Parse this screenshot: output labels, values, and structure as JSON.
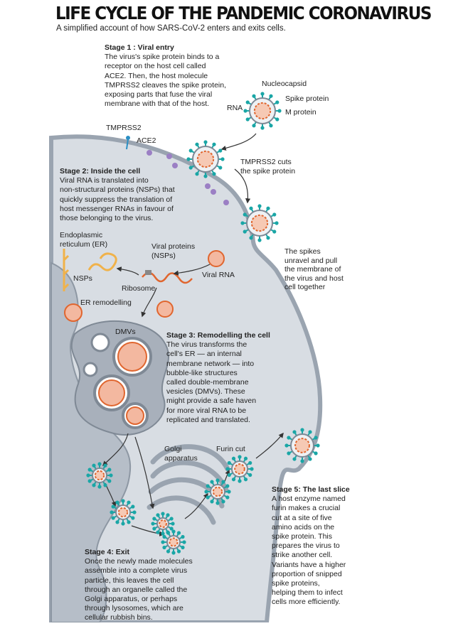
{
  "title": "LIFE CYCLE OF THE PANDEMIC CORONAVIRUS",
  "subtitle": "A simplified account of how SARS-CoV-2 enters and exits cells.",
  "colors": {
    "cell_fill": "#d8dde3",
    "cell_edge": "#9aa4b0",
    "spike": "#1aa6a6",
    "rna": "#e0662f",
    "receptor_ace2": "#9b7fc4",
    "tmprss2": "#2a8fc4",
    "nsp": "#f0b24a"
  },
  "stages": {
    "stage1": {
      "heading": "Stage 1 : Viral entry",
      "lines": [
        "The virus's spike protein binds to a",
        "receptor on the host cell called",
        "ACE2. Then, the host molecule",
        "TMPRSS2 cleaves the spike protein,",
        "exposing parts that fuse the viral",
        "membrane with that of the host."
      ]
    },
    "stage2": {
      "heading": "Stage 2: Inside the cell",
      "lines": [
        "Viral RNA is translated into",
        "non-structural proteins (NSPs) that",
        "quickly suppress the translation of",
        "host messenger RNAs in favour of",
        "those belonging to the virus."
      ]
    },
    "stage3": {
      "heading": "Stage 3: Remodelling the cell",
      "lines": [
        "The virus transforms the",
        "cell's ER — an internal",
        "membrane network — into",
        "bubble-like structures",
        "called double-membrane",
        "vesicles (DMVs). These",
        "might provide a safe haven",
        "for more viral RNA to be",
        "replicated and translated."
      ]
    },
    "stage4": {
      "heading": "Stage 4: Exit",
      "lines": [
        "Once the newly made molecules",
        "assemble into a complete virus",
        "particle, this leaves the cell",
        "through an organelle called the",
        "Golgi apparatus, or perhaps",
        "through lysosomes, which are",
        "cellular rubbish bins."
      ]
    },
    "stage5": {
      "heading": "Stage 5: The last slice",
      "lines": [
        "A host enzyme named",
        "furin makes a crucial",
        "cut at a site of five",
        "amino acids on the",
        "spike protein. This",
        "prepares the virus to",
        "strike another cell.",
        "Variants have a higher",
        "proportion of snipped",
        "spike proteins,",
        "helping them to infect",
        "cells more efficiently."
      ]
    }
  },
  "labels": {
    "nucleocapsid": "Nucleocapsid",
    "spike_protein": "Spike protein",
    "rna": "RNA",
    "m_protein": "M protein",
    "tmprss2": "TMPRSS2",
    "ace2": "ACE2",
    "tmprss2_cuts": [
      "TMPRSS2 cuts",
      "the spike protein"
    ],
    "spikes_unravel": [
      "The spikes",
      "unravel and pull",
      "the membrane of",
      "the virus and host",
      "cell together"
    ],
    "er": [
      "Endoplasmic",
      "reticulum (ER)"
    ],
    "viral_proteins": [
      "Viral proteins",
      "(NSPs)"
    ],
    "nsps": "NSPs",
    "ribosome": "Ribosome",
    "viral_rna": "Viral RNA",
    "er_remodelling": "ER remodelling",
    "dmvs": "DMVs",
    "golgi": [
      "Golgi",
      "apparatus"
    ],
    "furin_cut": "Furin cut"
  }
}
